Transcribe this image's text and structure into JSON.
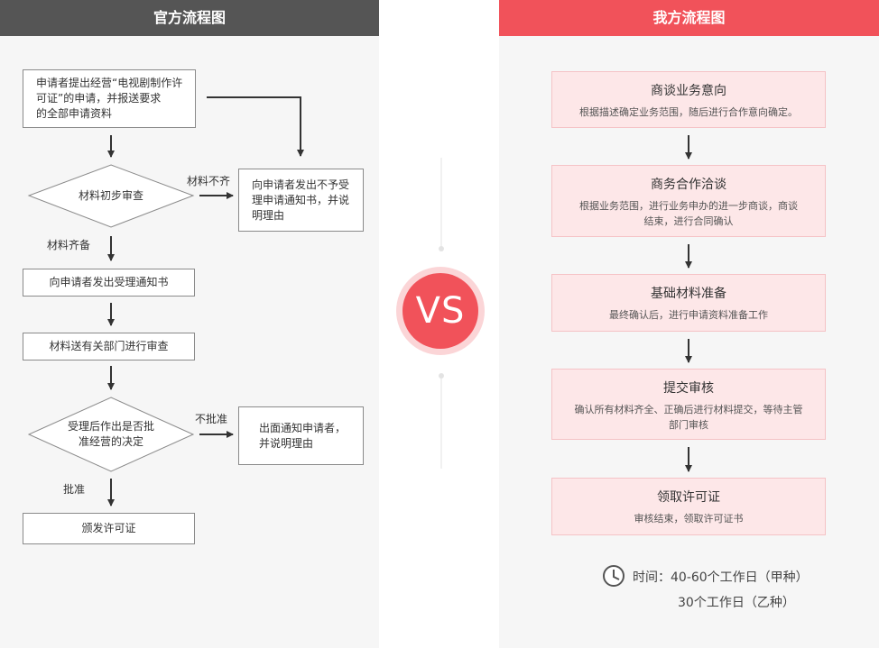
{
  "left": {
    "title": "官方流程图",
    "box1": [
      "申请者提出经营“电视剧制作许",
      "可证”的申请，并报送要求",
      "的全部申请资料"
    ],
    "diamond1": "材料初步审查",
    "label_incomplete": "材料不齐",
    "reject_box1": [
      "向申请者发出不予受",
      "理申请通知书，并说",
      "明理由"
    ],
    "label_complete": "材料齐备",
    "box_accept": "向申请者发出受理通知书",
    "box_review": "材料送有关部门进行审查",
    "diamond2": [
      "受理后作出是否批",
      "准经营的决定"
    ],
    "label_reject": "不批准",
    "reject_box2": [
      "出面通知申请者，",
      "并说明理由"
    ],
    "label_approve": "批准",
    "box_issue": "颁发许可证"
  },
  "vs": "VS",
  "right": {
    "title": "我方流程图",
    "steps": [
      {
        "title": "商谈业务意向",
        "desc": "根据描述确定业务范围，随后进行合作意向确定。"
      },
      {
        "title": "商务合作洽谈",
        "desc": "根据业务范围，进行业务申办的进一步商谈，商谈结束，进行合同确认"
      },
      {
        "title": "基础材料准备",
        "desc": "最终确认后，进行申请资料准备工作"
      },
      {
        "title": "提交审核",
        "desc": "确认所有材料齐全、正确后进行材料提交，等待主管部门审核"
      },
      {
        "title": "领取许可证",
        "desc": "审核结束，领取许可证书"
      }
    ],
    "time_line1": "时间：40-60个工作日（甲种）",
    "time_line2": "30个工作日（乙种）"
  },
  "colors": {
    "accent": "#f1525a",
    "dark_header": "#555555",
    "step_bg": "#fde7e8"
  },
  "icons": {
    "time": "clock-icon"
  }
}
